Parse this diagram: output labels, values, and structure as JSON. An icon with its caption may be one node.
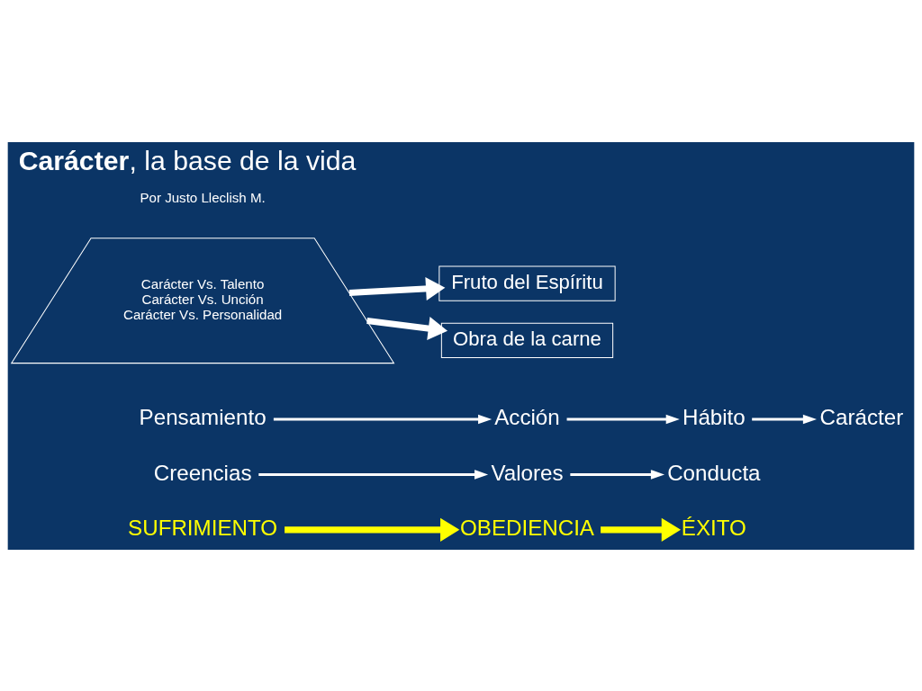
{
  "diagram": {
    "title": "**Carácter**, la base de la vida",
    "nodes": [
      {
        "text": [
          "Fruto del Espíritu"
        ]
      },
      {
        "text": [
          "Obra de la carne"
        ]
      },
      {
        "text": [
          "Carácter Vs. Talento",
          "Carácter Vs. Unción",
          "Carácter Vs. Personalidad"
        ]
      },
      {
        "text": [
          "Pensamiento"
        ]
      },
      {
        "text": [
          "Acción"
        ]
      },
      {
        "text": [
          "Hábito"
        ]
      },
      {
        "text": [
          "Carácter"
        ]
      },
      {
        "text": [
          "Creencias"
        ]
      },
      {
        "text": [
          "Valores"
        ]
      },
      {
        "text": [
          "Conducta"
        ]
      },
      {
        "text": [
          "SUFRIMIENTO"
        ]
      },
      {
        "text": [
          "OBEDIENCIA"
        ]
      },
      {
        "text": [
          "ÉXITO"
        ]
      }
    ],
    "edges": [
      {
        "from": 2,
        "to": 0,
        "arrow": "to",
        "style": "thick"
      },
      {
        "from": 2,
        "to": 1,
        "arrow": "to",
        "style": "thick"
      },
      {
        "from": 3,
        "to": 4,
        "arrow": "to"
      },
      {
        "from": 4,
        "to": 5,
        "arrow": "to"
      },
      {
        "from": 5,
        "to": 6,
        "arrow": "to"
      },
      {
        "from": 7,
        "to": 8,
        "arrow": "to"
      },
      {
        "from": 8,
        "to": 9,
        "arrow": "to"
      },
      {
        "from": 10,
        "to": 11,
        "arrow": "to",
        "style": "thick",
        "color": "#ffff00"
      },
      {
        "from": 11,
        "to": 12,
        "arrow": "to",
        "style": "thick",
        "color": "#ffff00"
      }
    ],
    "labels": [
      "Por Justo Lleclish M."
    ]
  }
}
